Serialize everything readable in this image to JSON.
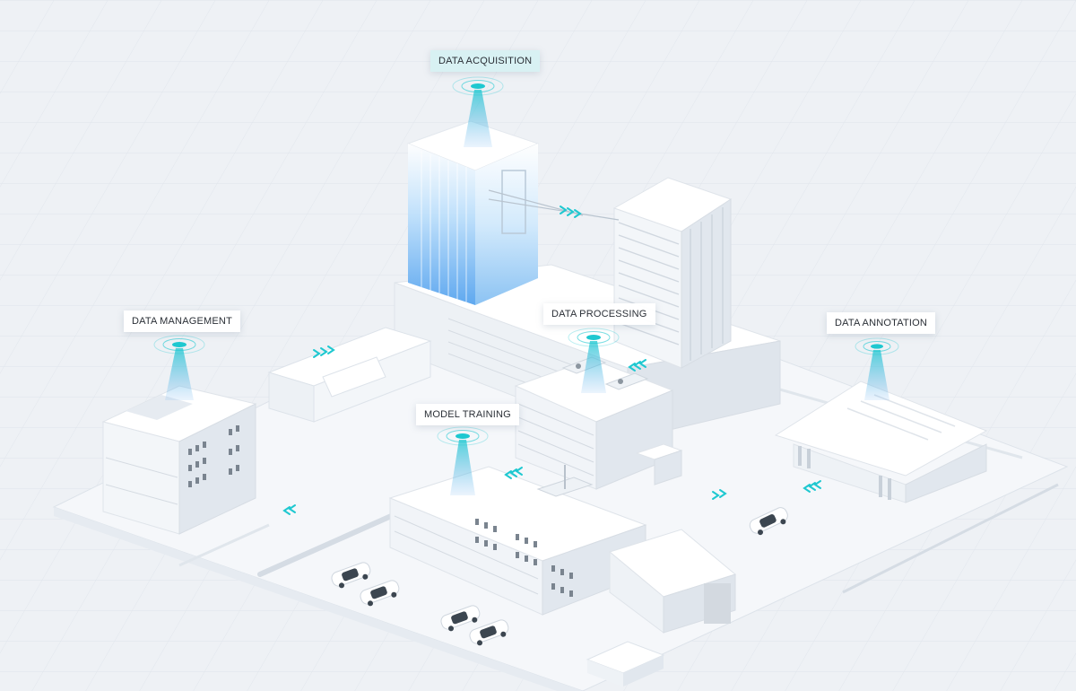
{
  "labels": {
    "acquisition": "DATA ACQUISITION",
    "management": "DATA MANAGEMENT",
    "processing": "DATA PROCESSING",
    "annotation": "DATA ANNOTATION",
    "training": "MODEL TRAINING"
  },
  "colors": {
    "background": "#eef1f5",
    "building": "#ffffff",
    "building_shade": "#e3e8ee",
    "accent": "#1ec8d0",
    "glass_blue": "#5fa8ef",
    "label_highlight": "#d8f1f3"
  },
  "icons": [
    "signal-beacon-icon",
    "chevron-arrows-icon",
    "car-icon"
  ]
}
